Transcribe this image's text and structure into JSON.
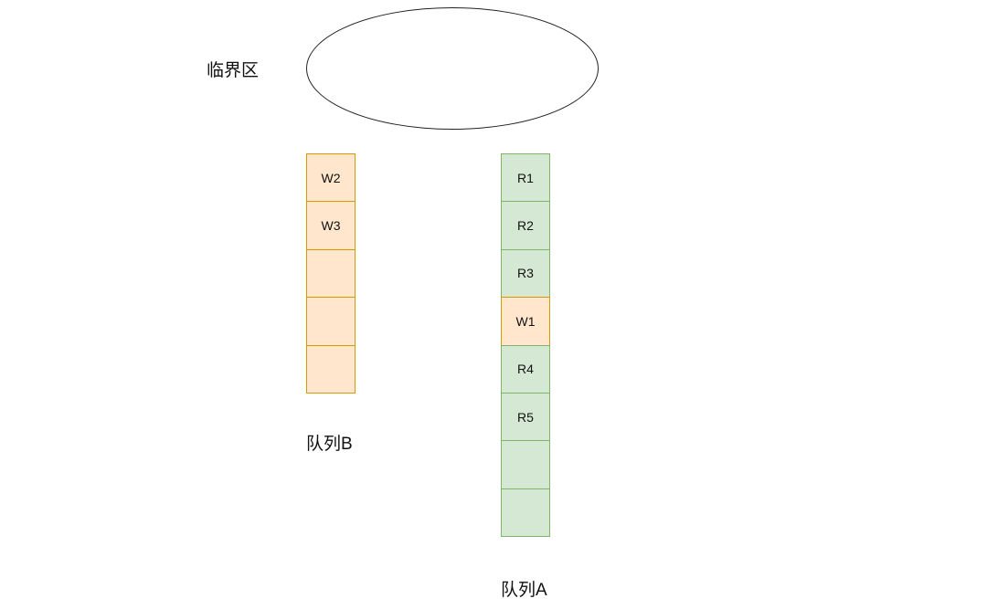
{
  "critical_section": {
    "label": "临界区"
  },
  "queue_b": {
    "label": "队列B",
    "cells": [
      {
        "text": "W2",
        "type": "w"
      },
      {
        "text": "W3",
        "type": "w"
      },
      {
        "text": "",
        "type": "w"
      },
      {
        "text": "",
        "type": "w"
      },
      {
        "text": "",
        "type": "w"
      }
    ]
  },
  "queue_a": {
    "label": "队列A",
    "cells": [
      {
        "text": "R1",
        "type": "r"
      },
      {
        "text": "R2",
        "type": "r"
      },
      {
        "text": "R3",
        "type": "r"
      },
      {
        "text": "W1",
        "type": "w"
      },
      {
        "text": "R4",
        "type": "r"
      },
      {
        "text": "R5",
        "type": "r"
      },
      {
        "text": "",
        "type": "r"
      },
      {
        "text": "",
        "type": "r"
      }
    ]
  },
  "colors": {
    "writer_fill": "#ffe6cc",
    "writer_stroke": "#d79b00",
    "reader_fill": "#d5e8d4",
    "reader_stroke": "#82b366"
  }
}
